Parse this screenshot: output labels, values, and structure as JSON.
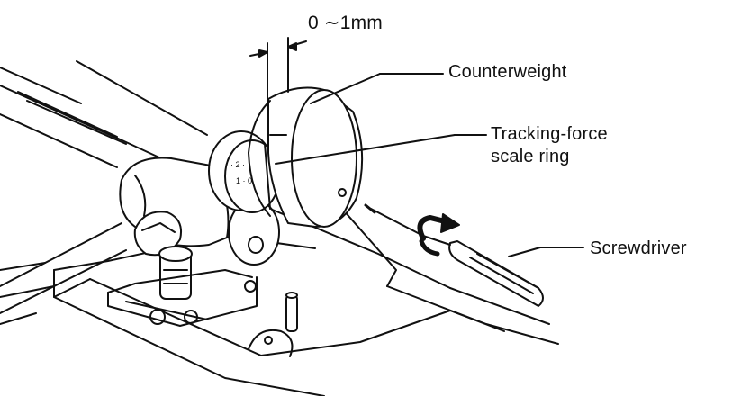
{
  "diagram": {
    "dimension_label": "0 ∼1mm",
    "labels": {
      "counterweight": "Counterweight",
      "tracking_force_line1": "Tracking-force",
      "tracking_force_line2": "scale ring",
      "screwdriver": "Screwdriver"
    },
    "colors": {
      "ink": "#111111",
      "background": "#ffffff"
    }
  }
}
